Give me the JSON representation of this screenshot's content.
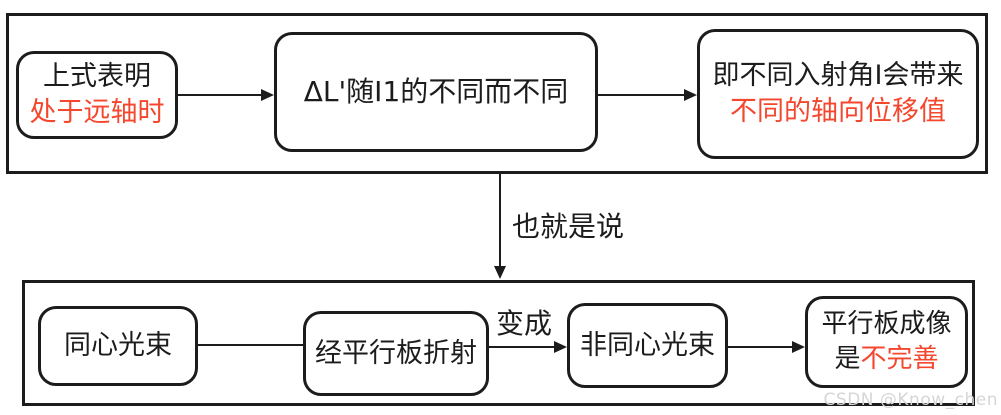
{
  "colors": {
    "ink": "#1c1c1c",
    "accent_red": "#f4472e",
    "watermark_gray": "#d6d6d6"
  },
  "top": {
    "box1": {
      "line1": "上式表明",
      "line2": "处于远轴时"
    },
    "box2": {
      "line1": "ΔL'随I1的不同而不同"
    },
    "box3": {
      "line1": "即不同入射角I会带来",
      "line2": "不同的轴向位移值"
    }
  },
  "connector": {
    "label": "也就是说"
  },
  "bottom": {
    "box1": {
      "label": "同心光束"
    },
    "box2": {
      "label": "经平行板折射"
    },
    "arrow_label": "变成",
    "box3": {
      "label": "非同心光束"
    },
    "box4": {
      "line1": "平行板成像",
      "line2_black": "是",
      "line2_red": "不完善"
    }
  },
  "watermark": "CSDN @Know_chen"
}
